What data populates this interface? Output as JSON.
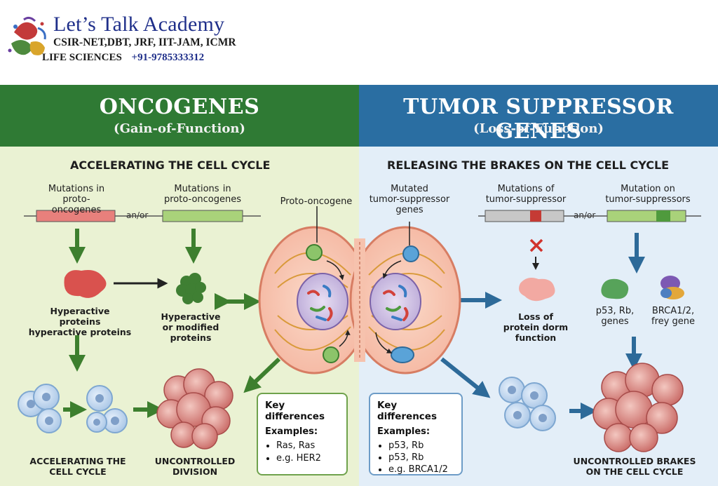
{
  "brand": {
    "name": "Let’s Talk Academy",
    "exams": "CSIR-NET,DBT, JRF, IIT-JAM, ICMR",
    "subject": "LIFE SCIENCES",
    "phone": "+91-9785333312"
  },
  "left": {
    "title": "ONCOGENES",
    "subtitle": "(Gain-of-Function)",
    "section": "ACCELERATING THE CELL CYCLE",
    "mut_label_1": "Mutations in\nproto-oncogenes",
    "mut_label_2": "Mutations  in\nproto-oncogenes",
    "andor": "an/or",
    "proto_label": "Proto-oncogene",
    "hyper_label": "Hyperactive proteins\nhyperactive proteins",
    "modified_label": "Hyperactive\nor modified\nproteins",
    "accel_label": "ACCELERATING THE\nCELL CYCLE",
    "uncontrolled_label": "UNCONTROLLED\nDIVISION",
    "key_box": {
      "title": "Key differences",
      "subtitle": "Examples:",
      "items": [
        "Ras, Ras",
        "e.g. HER2"
      ]
    }
  },
  "right": {
    "title": "TUMOR SUPPRESSOR GENES",
    "subtitle": "(Loss-of-Function)",
    "section": "RELEASING THE BRAKES ON THE CELL CYCLE",
    "mutated_label": "Mutated\ntumor-suppressor\ngenes",
    "mut_label_1": "Mutations of\ntumor-suppressor",
    "mut_label_2": "Mutation on\ntumor-suppressors",
    "andor": "an/or",
    "loss_label": "Loss of\nprotein dorm\nfunction",
    "p53_label": "p53, Rb,\ngenes",
    "brca_label": "BRCA1/2,\nfrey gene",
    "brakes_label": "UNCONTROLLED BRAKES\nON THE CELL CYCLE",
    "key_box": {
      "title": "Key differences",
      "subtitle": "Examples:",
      "items": [
        "p53, Rb",
        "p53, Rb",
        "e.g. BRCA1/2"
      ]
    }
  },
  "colors": {
    "onco_green": "#2f7a34",
    "ts_blue": "#2a6ea2",
    "arrow_green": "#3d7f2e",
    "arrow_blue": "#2d6a99"
  }
}
